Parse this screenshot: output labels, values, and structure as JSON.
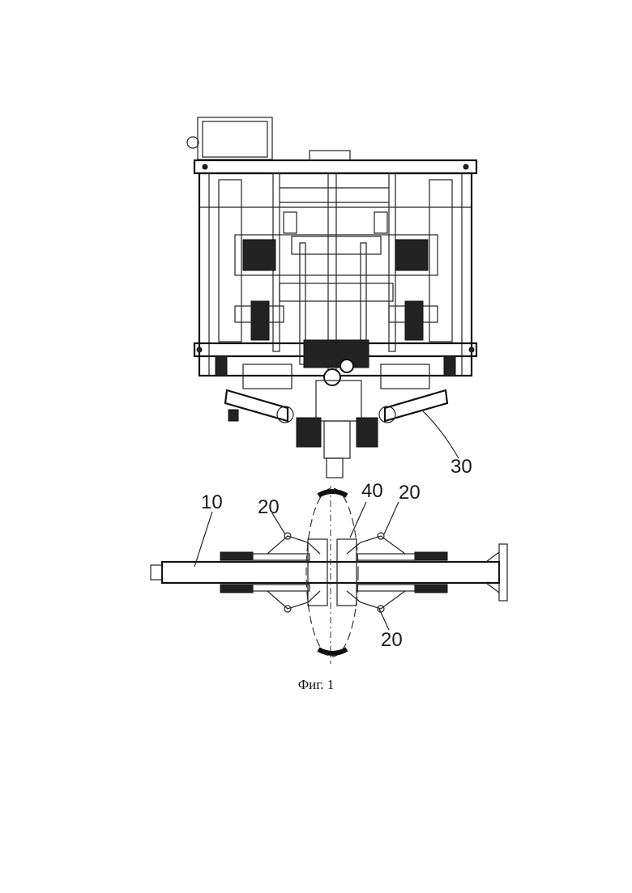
{
  "figure": {
    "caption": "Фиг. 1",
    "reference_numerals": {
      "ref_30": "30",
      "ref_10": "10",
      "ref_20_left": "20",
      "ref_40": "40",
      "ref_20_right": "20",
      "ref_20_bottom": "20"
    }
  }
}
